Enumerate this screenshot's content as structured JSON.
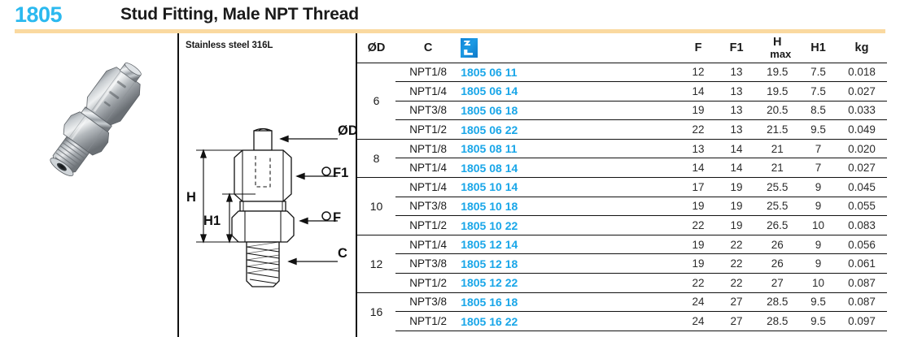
{
  "header": {
    "page_number": "1805",
    "title": "Stud Fitting, Male NPT Thread",
    "rule_color": "#FAD9A0",
    "number_color": "#2BB9EF"
  },
  "photo": {
    "alt": "stainless steel stud fitting male NPT thread product photo"
  },
  "drawing": {
    "material": "Stainless steel 316L",
    "callouts": {
      "od": "ØD",
      "f1": "F1",
      "f": "F",
      "c": "C",
      "h": "H",
      "h1": "H1"
    }
  },
  "table": {
    "columns": [
      {
        "key": "od",
        "label": "ØD"
      },
      {
        "key": "c",
        "label": "C"
      },
      {
        "key": "ref",
        "label": "",
        "icon": "reference-number-icon"
      },
      {
        "key": "f",
        "label": "F"
      },
      {
        "key": "f1",
        "label": "F1"
      },
      {
        "key": "hmax",
        "label_top": "H",
        "label_bottom": "max"
      },
      {
        "key": "h1",
        "label": "H1"
      },
      {
        "key": "kg",
        "label": "kg"
      }
    ],
    "groups": [
      {
        "od": "6",
        "rows": [
          {
            "c": "NPT1/8",
            "ref": "1805 06 11",
            "f": "12",
            "f1": "13",
            "hmax": "19.5",
            "h1": "7.5",
            "kg": "0.018"
          },
          {
            "c": "NPT1/4",
            "ref": "1805 06 14",
            "f": "14",
            "f1": "13",
            "hmax": "19.5",
            "h1": "7.5",
            "kg": "0.027"
          },
          {
            "c": "NPT3/8",
            "ref": "1805 06 18",
            "f": "19",
            "f1": "13",
            "hmax": "20.5",
            "h1": "8.5",
            "kg": "0.033"
          },
          {
            "c": "NPT1/2",
            "ref": "1805 06 22",
            "f": "22",
            "f1": "13",
            "hmax": "21.5",
            "h1": "9.5",
            "kg": "0.049"
          }
        ]
      },
      {
        "od": "8",
        "rows": [
          {
            "c": "NPT1/8",
            "ref": "1805 08 11",
            "f": "13",
            "f1": "14",
            "hmax": "21",
            "h1": "7",
            "kg": "0.020"
          },
          {
            "c": "NPT1/4",
            "ref": "1805 08 14",
            "f": "14",
            "f1": "14",
            "hmax": "21",
            "h1": "7",
            "kg": "0.027"
          }
        ]
      },
      {
        "od": "10",
        "rows": [
          {
            "c": "NPT1/4",
            "ref": "1805 10 14",
            "f": "17",
            "f1": "19",
            "hmax": "25.5",
            "h1": "9",
            "kg": "0.045"
          },
          {
            "c": "NPT3/8",
            "ref": "1805 10 18",
            "f": "19",
            "f1": "19",
            "hmax": "25.5",
            "h1": "9",
            "kg": "0.055"
          },
          {
            "c": "NPT1/2",
            "ref": "1805 10 22",
            "f": "22",
            "f1": "19",
            "hmax": "26.5",
            "h1": "10",
            "kg": "0.083"
          }
        ]
      },
      {
        "od": "12",
        "rows": [
          {
            "c": "NPT1/4",
            "ref": "1805 12 14",
            "f": "19",
            "f1": "22",
            "hmax": "26",
            "h1": "9",
            "kg": "0.056"
          },
          {
            "c": "NPT3/8",
            "ref": "1805 12 18",
            "f": "19",
            "f1": "22",
            "hmax": "26",
            "h1": "9",
            "kg": "0.061"
          },
          {
            "c": "NPT1/2",
            "ref": "1805 12 22",
            "f": "22",
            "f1": "22",
            "hmax": "27",
            "h1": "10",
            "kg": "0.087"
          }
        ]
      },
      {
        "od": "16",
        "rows": [
          {
            "c": "NPT3/8",
            "ref": "1805 16 18",
            "f": "24",
            "f1": "27",
            "hmax": "28.5",
            "h1": "9.5",
            "kg": "0.087"
          },
          {
            "c": "NPT1/2",
            "ref": "1805 16 22",
            "f": "24",
            "f1": "27",
            "hmax": "28.5",
            "h1": "9.5",
            "kg": "0.097"
          }
        ]
      }
    ],
    "ref_color": "#19A6E8"
  }
}
